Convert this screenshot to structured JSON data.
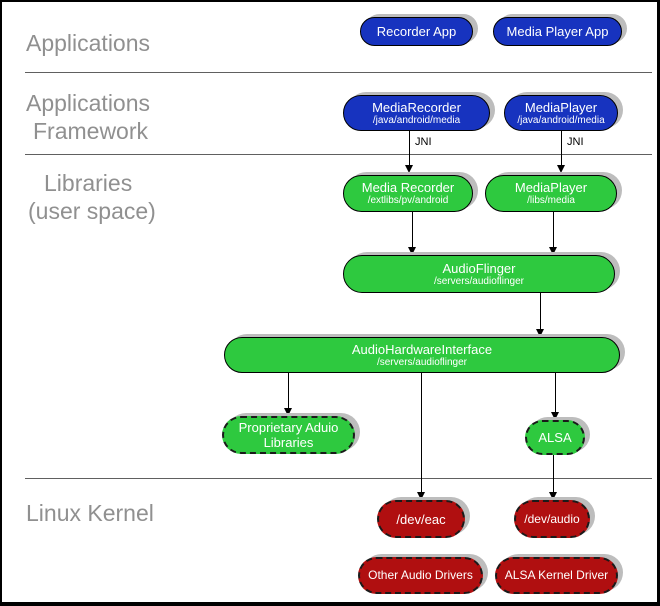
{
  "sections": {
    "applications": "Applications",
    "framework_line1": "Applications",
    "framework_line2": "Framework",
    "libraries_line1": "Libraries",
    "libraries_line2": "(user space)",
    "kernel": "Linux Kernel"
  },
  "annotations": {
    "jni_left": "JNI",
    "jni_right": "JNI"
  },
  "nodes": {
    "recorder_app": {
      "label": "Recorder App"
    },
    "media_player_app": {
      "label": "Media Player App"
    },
    "media_recorder_fw": {
      "label": "MediaRecorder",
      "sublabel": "/java/android/media"
    },
    "media_player_fw": {
      "label": "MediaPlayer",
      "sublabel": "/java/android/media"
    },
    "media_recorder_lib": {
      "label": "Media Recorder",
      "sublabel": "/extlibs/pv/android"
    },
    "media_player_lib": {
      "label": "MediaPlayer",
      "sublabel": "/libs/media"
    },
    "audioflinger": {
      "label": "AudioFlinger",
      "sublabel": "/servers/audioflinger"
    },
    "audio_hardware_interface": {
      "label": "AudioHardwareInterface",
      "sublabel": "/servers/audioflinger"
    },
    "proprietary_audio_libs": {
      "label": "Proprietary Aduio Libraries"
    },
    "alsa": {
      "label": "ALSA"
    },
    "dev_eac": {
      "label": "/dev/eac"
    },
    "dev_audio": {
      "label": "/dev/audio"
    },
    "other_audio_drivers": {
      "label": "Other Audio Drivers"
    },
    "alsa_kernel_driver": {
      "label": "ALSA Kernel Driver"
    }
  },
  "colors": {
    "app_blue": "#1733BF",
    "lib_green": "#2EC93F",
    "kernel_red": "#B00F10",
    "shadow_gray": "#BDBDBD",
    "label_gray": "#909090"
  }
}
